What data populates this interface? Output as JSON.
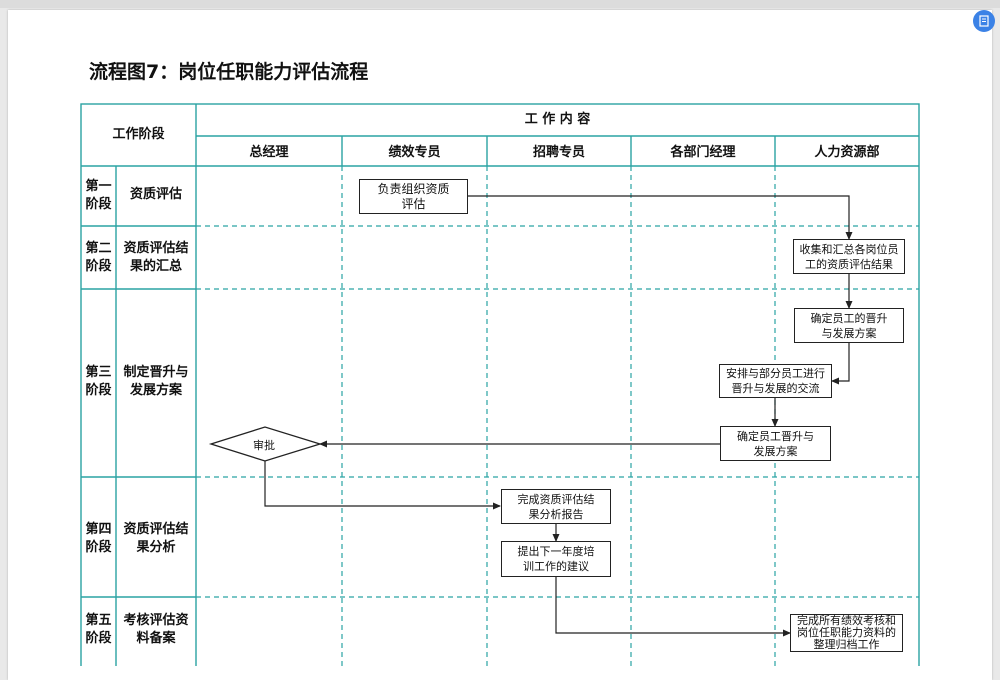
{
  "document": {
    "title": "流程图7：岗位任职能力评估流程"
  },
  "table": {
    "stage_header": "工作阶段",
    "content_header": "工 作 内 容",
    "roles": [
      "总经理",
      "绩效专员",
      "招聘专员",
      "各部门经理",
      "人力资源部"
    ],
    "stages": [
      {
        "no": "第一\n阶段",
        "name": "资质评估"
      },
      {
        "no": "第二\n阶段",
        "name": "资质评估结\n果的汇总"
      },
      {
        "no": "第三\n阶段",
        "name": "制定晋升与\n发展方案"
      },
      {
        "no": "第四\n阶段",
        "name": "资质评估结\n果分析"
      },
      {
        "no": "第五\n阶段",
        "name": "考核评估资\n料备案"
      }
    ]
  },
  "steps": {
    "s1": "负责组织资质\n评估",
    "s2": "收集和汇总各岗位员\n工的资质评估结果",
    "s3": "确定员工的晋升\n与发展方案",
    "s4": "安排与部分员工进行\n晋升与发展的交流",
    "s5": "确定员工晋升与\n发展方案",
    "s6": "审批",
    "s7": "完成资质评估结\n果分析报告",
    "s8": "提出下一年度培\n训工作的建议",
    "s9": "完成所有绩效考核和\n岗位任职能力资料的\n整理归档工作"
  },
  "colors": {
    "grid": "#2aa3a3",
    "line": "#222222",
    "accent": "#3b82e6"
  },
  "icons": {
    "corner": "document-icon"
  }
}
